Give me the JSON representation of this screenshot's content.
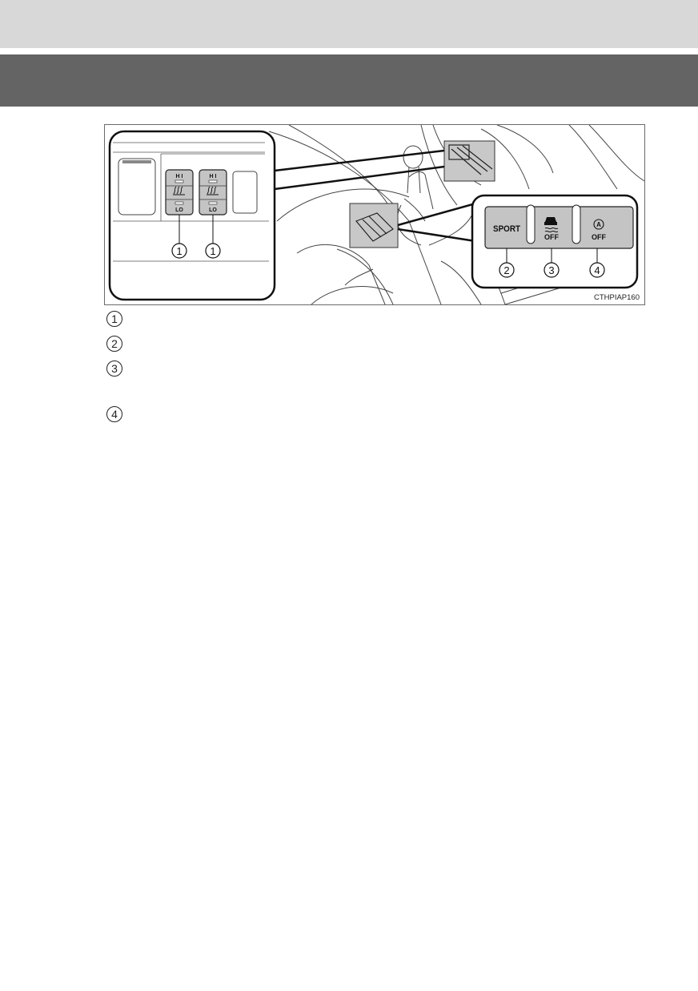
{
  "figure": {
    "code": "CTHPIAP160",
    "seat_heater_left": {
      "hi": "H I",
      "lo": "LO"
    },
    "seat_heater_right": {
      "hi": "H I",
      "lo": "LO"
    },
    "buttons": {
      "sport": "SPORT",
      "vsc_off": "OFF",
      "auto_off_letter": "A",
      "auto_off": "OFF"
    },
    "callouts": {
      "c1a": "1",
      "c1b": "1",
      "c2": "2",
      "c3": "3",
      "c4": "4"
    }
  },
  "legend": [
    {
      "number": "1"
    },
    {
      "number": "2"
    },
    {
      "number": "3"
    },
    {
      "number": "4"
    }
  ]
}
